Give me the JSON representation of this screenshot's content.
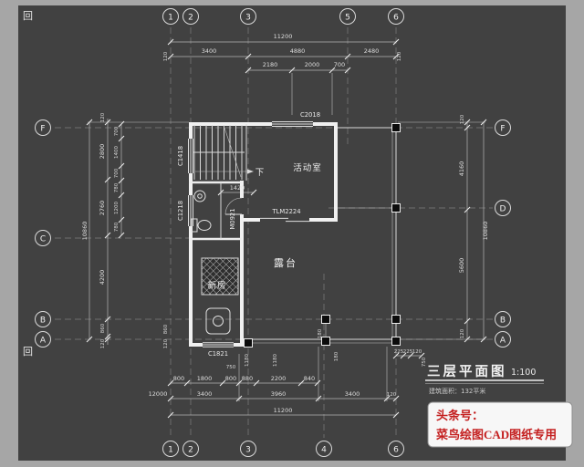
{
  "canvas": {
    "bg_outer": "#a6a6a6",
    "bg_inner": "#414141",
    "line_color": "#ececec",
    "watermark_red": "#c41f1f"
  },
  "axis_bubbles": {
    "top": {
      "n1": "1",
      "n2": "2",
      "n3": "3",
      "n5": "5",
      "n6": "6"
    },
    "bottom": {
      "n1": "1",
      "n2": "2",
      "n3": "3",
      "n4": "4",
      "n6": "6"
    },
    "left": {
      "f": "F",
      "c": "C",
      "b": "B",
      "a": "A"
    },
    "right": {
      "f": "F",
      "d": "D",
      "b": "B",
      "a": "A"
    }
  },
  "dims": {
    "top": {
      "total": "11200",
      "seg1": "3400",
      "seg2": "4880",
      "seg3": "2480",
      "off_l": "120",
      "off_r": "120",
      "sub1": "2180",
      "sub2": "2000",
      "sub3": "700"
    },
    "left": {
      "total": "10860",
      "off_t": "120",
      "seg1": "2800",
      "seg2": "2760",
      "seg3": "4200",
      "seg4": "860",
      "off_b": "120",
      "sub1": "700",
      "sub2": "1400",
      "sub3": "700",
      "sub4": "780",
      "sub5": "1200",
      "sub6": "780"
    },
    "right": {
      "total": "10860",
      "off_t": "120",
      "seg1": "4160",
      "seg2": "5600",
      "off_b": "120",
      "col1": "225",
      "col2": "225",
      "col3": "120",
      "col4": "750"
    },
    "bottom": {
      "total": "11200",
      "grand": "12000",
      "r1_1": "800",
      "r1_2": "1800",
      "r1_3": "800",
      "r1_4": "880",
      "r1_5": "2200",
      "r1_6": "840",
      "r2_1": "3400",
      "r2_2": "3960",
      "r2_3": "3400",
      "r2_4": "120",
      "s1": "750",
      "s2": "1180",
      "s3": "1180",
      "s4": "180",
      "s5": "180",
      "s6": "860",
      "s7": "120"
    }
  },
  "tags": {
    "win_top": "C2018",
    "win_left1": "C1418",
    "win_left2": "C1218",
    "door_bath": "M0921",
    "door_terrace": "TLM2224",
    "win_bottom": "C1821",
    "dim_stair": "1420"
  },
  "rooms": {
    "activity": "活动室",
    "terrace": "露台",
    "bedroom": "新房",
    "stair_down": "下"
  },
  "title_block": {
    "title": "三层平面图",
    "scale": "1:100",
    "area": "建筑面积：132平米"
  },
  "watermark": {
    "line1": "头条号：",
    "line2": "菜鸟绘图CAD图纸专用"
  },
  "misc": {
    "corner_glyph": "回"
  }
}
